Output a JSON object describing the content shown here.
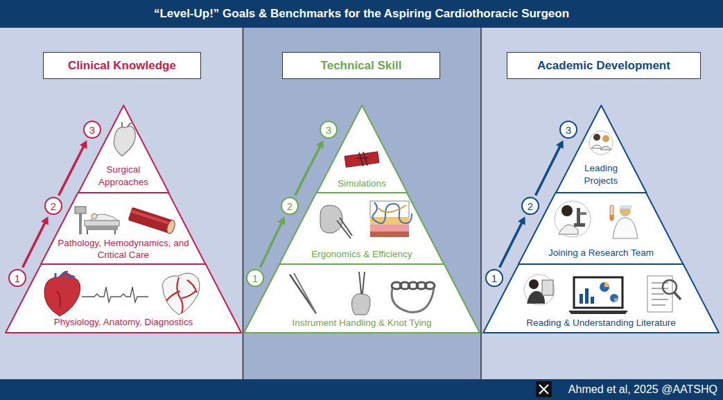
{
  "diagram": {
    "title": "“Level-Up!” Goals & Benchmarks for the Aspiring Cardiothoracic Surgeon",
    "caption": "Ahmed et al, 2025 @AATSHQ",
    "nodes": [
      {
        "text": [
          "Clinical Knowledge"
        ]
      },
      {
        "text": [
          "3"
        ]
      },
      {
        "text": [
          "Surgical Approaches"
        ]
      },
      {
        "text": [
          "2"
        ]
      },
      {
        "text": [
          "Pathology, Hemodynamics, and Critical Care"
        ]
      },
      {
        "text": [
          "1"
        ]
      },
      {
        "text": [
          "Physiology, Anatomy, Diagnostics"
        ]
      },
      {
        "text": [
          "Technical Skill"
        ]
      },
      {
        "text": [
          "3"
        ]
      },
      {
        "text": [
          "Simulations"
        ]
      },
      {
        "text": [
          "2"
        ]
      },
      {
        "text": [
          "Ergonomics & Efficiency"
        ]
      },
      {
        "text": [
          "1"
        ]
      },
      {
        "text": [
          "Instrument Handling & Knot Tying"
        ]
      },
      {
        "text": [
          "Academic Development"
        ]
      },
      {
        "text": [
          "3"
        ]
      },
      {
        "text": [
          "Leading Projects"
        ]
      },
      {
        "text": [
          "2"
        ]
      },
      {
        "text": [
          "Joining a Research Team"
        ]
      },
      {
        "text": [
          "1"
        ]
      },
      {
        "text": [
          "Reading & Understanding Literature"
        ]
      }
    ],
    "edges": [
      {
        "from": 5,
        "to": 3,
        "arrow": "to"
      },
      {
        "from": 3,
        "to": 1,
        "arrow": "to"
      },
      {
        "from": 12,
        "to": 10,
        "arrow": "to"
      },
      {
        "from": 10,
        "to": 8,
        "arrow": "to"
      },
      {
        "from": 19,
        "to": 17,
        "arrow": "to"
      },
      {
        "from": 17,
        "to": 15,
        "arrow": "to"
      }
    ]
  }
}
